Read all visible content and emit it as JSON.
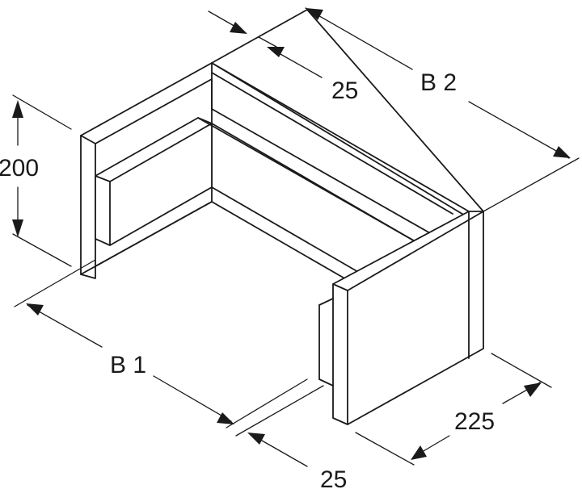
{
  "dimensions": {
    "height": "200",
    "wall_thickness_top": "25",
    "width_b2": "B 2",
    "width_b1": "B 1",
    "depth": "225",
    "wall_thickness_bottom": "25"
  }
}
